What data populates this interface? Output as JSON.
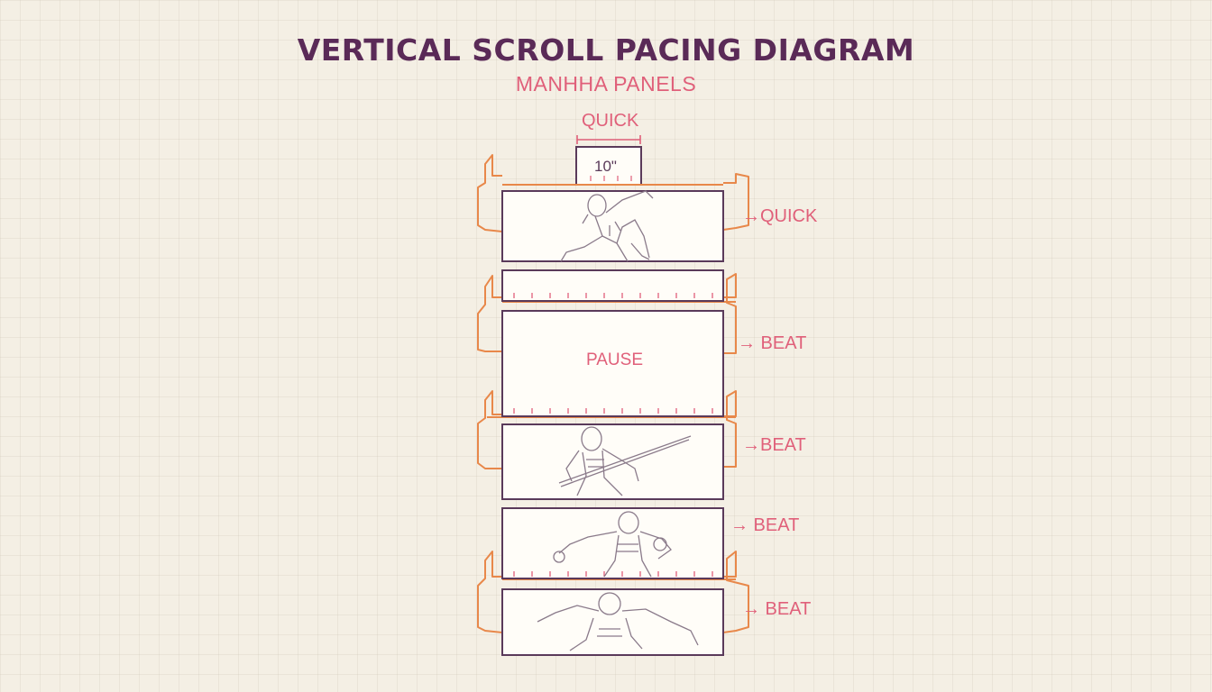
{
  "header": {
    "title": "VERTICAL SCROLL PACING DIAGRAM",
    "subtitle": "MANHHA PANELS"
  },
  "top_gauge": {
    "label": "QUICK",
    "value": "10\""
  },
  "pause_panel": {
    "label": "PAUSE"
  },
  "pace_labels": [
    "→QUICK",
    "→ BEAT",
    "→BEAT",
    "→ BEAT",
    "→ BEAT"
  ],
  "colors": {
    "title": "#5a2a57",
    "accent": "#e0607a",
    "panel_stroke": "#5a3a5a",
    "clamp": "#e8884a",
    "sketch": "#8a7a8a"
  },
  "panels": [
    {
      "content": "sketch-figure-running"
    },
    {
      "content": "pause-blank"
    },
    {
      "content": "sketch-figure-with-staff"
    },
    {
      "content": "sketch-figure-armored"
    },
    {
      "content": "sketch-figure-lunging"
    }
  ]
}
